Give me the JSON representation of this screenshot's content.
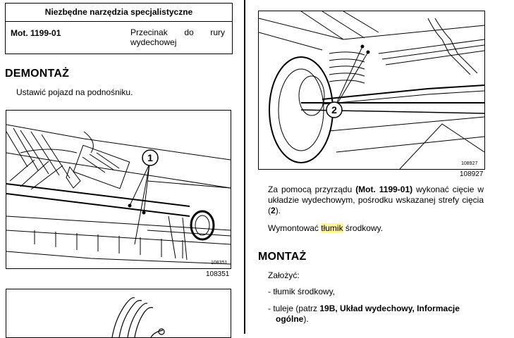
{
  "tools_table": {
    "header": "Niezbędne narzędzia specjalistyczne",
    "code": "Mot. 1199-01",
    "description": "Przecinak do rury wydechowej"
  },
  "removal": {
    "heading": "DEMONTAŻ",
    "intro": "Ustawić pojazd na podnośniku."
  },
  "figures": {
    "left_top": {
      "number": "108351",
      "inner_label": "108351",
      "callout": "1"
    },
    "right_top": {
      "number": "108927",
      "inner_label": "108927",
      "callout": "2"
    }
  },
  "right_text": {
    "cut_step": {
      "before": "Za pomocą przyrządu ",
      "tool": "(Mot. 1199-01)",
      "after": " wykonać cięcie w układzie wydechowym, pośrodku wskazanej strefy cięcia (",
      "ref": "2",
      "end": ")."
    },
    "remove_step": {
      "before": "Wymontować ",
      "highlight": "tłumik",
      "after": " środkowy."
    }
  },
  "refitting": {
    "heading": "MONTAŻ",
    "intro": "Założyć:",
    "item1": "- tłumik środkowy,",
    "item2_before": "- tuleje (patrz ",
    "item2_bold": "19B, Układ wydechowy, Informacje ogólne",
    "item2_after": ")."
  },
  "colors": {
    "highlight": "#fff59a",
    "ink": "#000000"
  }
}
